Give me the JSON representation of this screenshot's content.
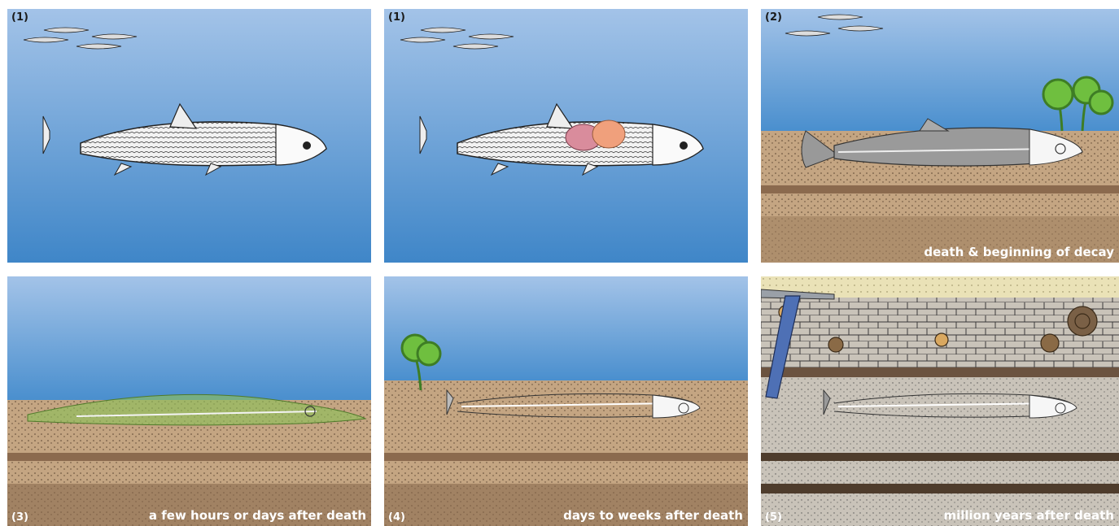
{
  "panels": [
    {
      "number": "(1)",
      "caption": ""
    },
    {
      "number": "(1)",
      "caption": ""
    },
    {
      "number": "(2)",
      "caption": "death & beginning of decay"
    },
    {
      "number": "(3)",
      "caption": "a few hours or days after death"
    },
    {
      "number": "(4)",
      "caption": "days to weeks after death"
    },
    {
      "number": "(5)",
      "caption": "million years after death"
    }
  ],
  "colors": {
    "water_top": "#a3c3e8",
    "water_bottom": "#3f86c8",
    "sediment": "#c4a582",
    "sediment_dark": "#8b6a4e",
    "stone_layer": "#c9c3b9",
    "plant": "#6fbf3f",
    "stomach": "#f0a07c",
    "gill": "#d98c9c",
    "decay_tissue": "#8fbf5a"
  }
}
